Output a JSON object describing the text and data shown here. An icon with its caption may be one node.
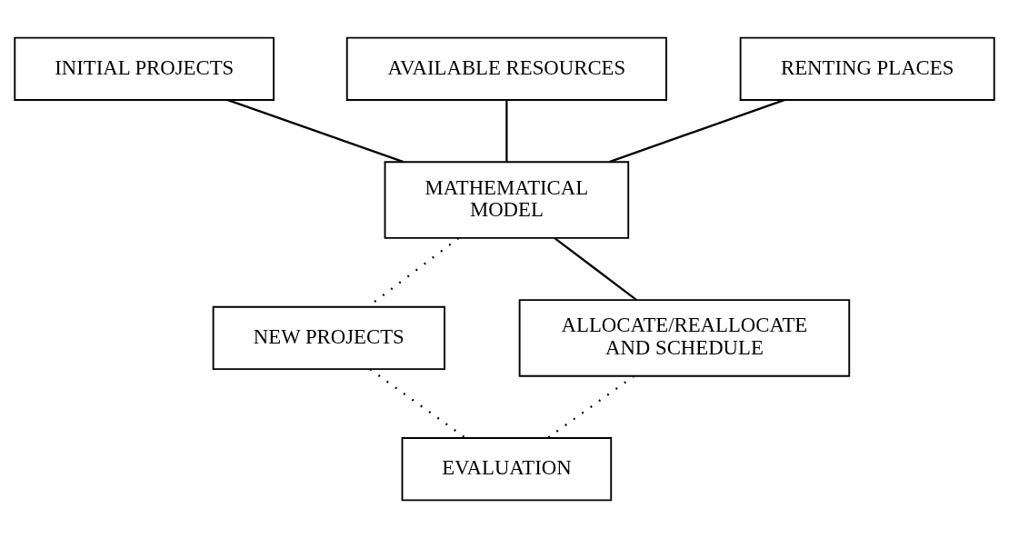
{
  "diagram": {
    "nodes": [
      {
        "text": [
          "INITIAL PROJECTS"
        ]
      },
      {
        "text": [
          "AVAILABLE RESOURCES"
        ]
      },
      {
        "text": [
          "RENTING PLACES"
        ]
      },
      {
        "text": [
          "MATHEMATICAL MODEL"
        ]
      },
      {
        "text": [
          "NEW PROJECTS"
        ]
      },
      {
        "text": [
          "ALLOCATE/REALLOCATE AND SCHEDULE"
        ]
      },
      {
        "text": [
          "EVALUATION"
        ]
      }
    ],
    "edges": [
      {
        "from": 0,
        "to": 3,
        "arrow": "none"
      },
      {
        "from": 1,
        "to": 3,
        "arrow": "none"
      },
      {
        "from": 2,
        "to": 3,
        "arrow": "none"
      },
      {
        "from": 3,
        "to": 5,
        "arrow": "none"
      },
      {
        "from": 3,
        "to": 4,
        "arrow": "none",
        "style": "dashed"
      },
      {
        "from": 4,
        "to": 6,
        "arrow": "none",
        "style": "dashed"
      },
      {
        "from": 5,
        "to": 6,
        "arrow": "none",
        "style": "dashed"
      }
    ]
  }
}
